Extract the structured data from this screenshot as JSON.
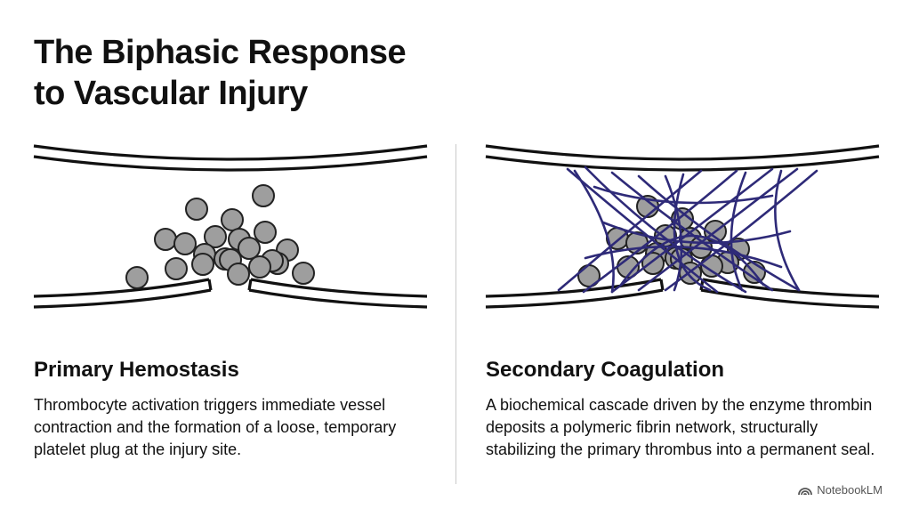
{
  "title": {
    "line1": "The Biphasic Response",
    "line2": "to Vascular Injury"
  },
  "panels": [
    {
      "heading": "Primary Hemostasis",
      "body": "Thrombocyte activation triggers immediate vessel contraction and the formation of a loose, temporary platelet plug at the injury site."
    },
    {
      "heading": "Secondary Coagulation",
      "body": "A biochemical cascade driven by the enzyme thrombin deposits a polymeric fibrin network, structurally stabilizing the primary thrombus into a permanent seal."
    }
  ],
  "branding": {
    "name": "NotebookLM",
    "icon": "notebooklm-logo-icon"
  },
  "colors": {
    "platelet_fill": "#9e9e9e",
    "platelet_stroke": "#222222",
    "fibrin": "#2e2a78",
    "vessel_stroke": "#111111"
  }
}
